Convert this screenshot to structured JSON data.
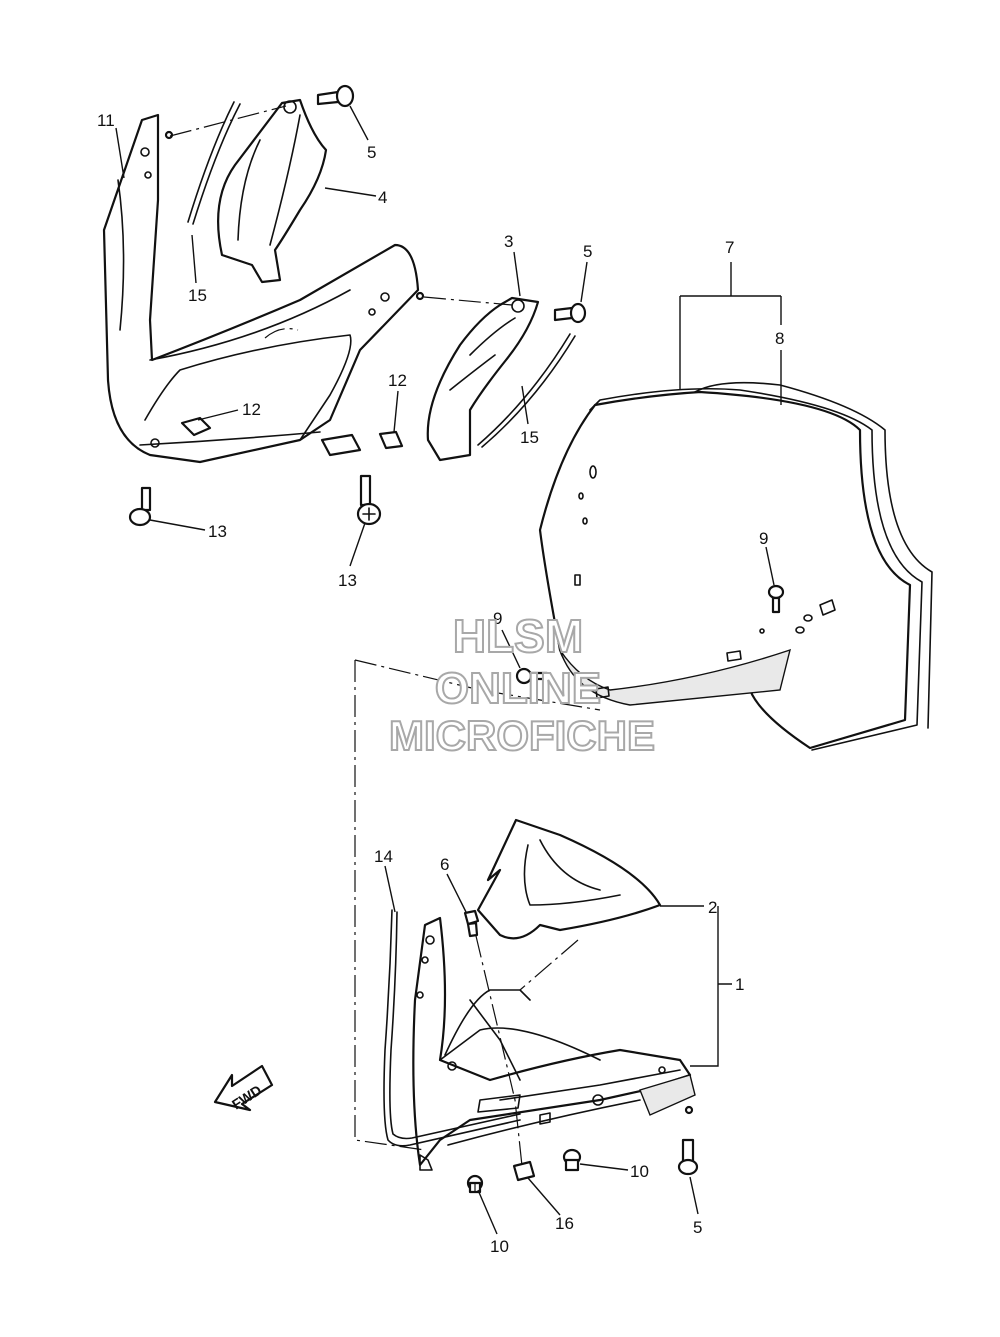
{
  "callouts": [
    {
      "id": "c11a",
      "label": "11"
    },
    {
      "id": "c5a",
      "label": "5"
    },
    {
      "id": "c4",
      "label": "4"
    },
    {
      "id": "c15a",
      "label": "15"
    },
    {
      "id": "c3",
      "label": "3"
    },
    {
      "id": "c5b",
      "label": "5"
    },
    {
      "id": "c7",
      "label": "7"
    },
    {
      "id": "c8",
      "label": "8"
    },
    {
      "id": "c12a",
      "label": "12"
    },
    {
      "id": "c12b",
      "label": "12"
    },
    {
      "id": "c15b",
      "label": "15"
    },
    {
      "id": "c13a",
      "label": "13"
    },
    {
      "id": "c13b",
      "label": "13"
    },
    {
      "id": "c9a",
      "label": "9"
    },
    {
      "id": "c9b",
      "label": "9"
    },
    {
      "id": "c14",
      "label": "14"
    },
    {
      "id": "c6",
      "label": "6"
    },
    {
      "id": "c2",
      "label": "2"
    },
    {
      "id": "c1",
      "label": "1"
    },
    {
      "id": "c10a",
      "label": "10"
    },
    {
      "id": "c10b",
      "label": "10"
    },
    {
      "id": "c16",
      "label": "16"
    },
    {
      "id": "c5c",
      "label": "5"
    }
  ],
  "watermark": {
    "line1": "HLSM",
    "line2": "ONLINE",
    "line3": "MICROFICHE"
  },
  "fwd_label": "FWD",
  "colors": {
    "line": "#111111",
    "watermark_outline": "#a8a8a8",
    "background": "#ffffff"
  }
}
